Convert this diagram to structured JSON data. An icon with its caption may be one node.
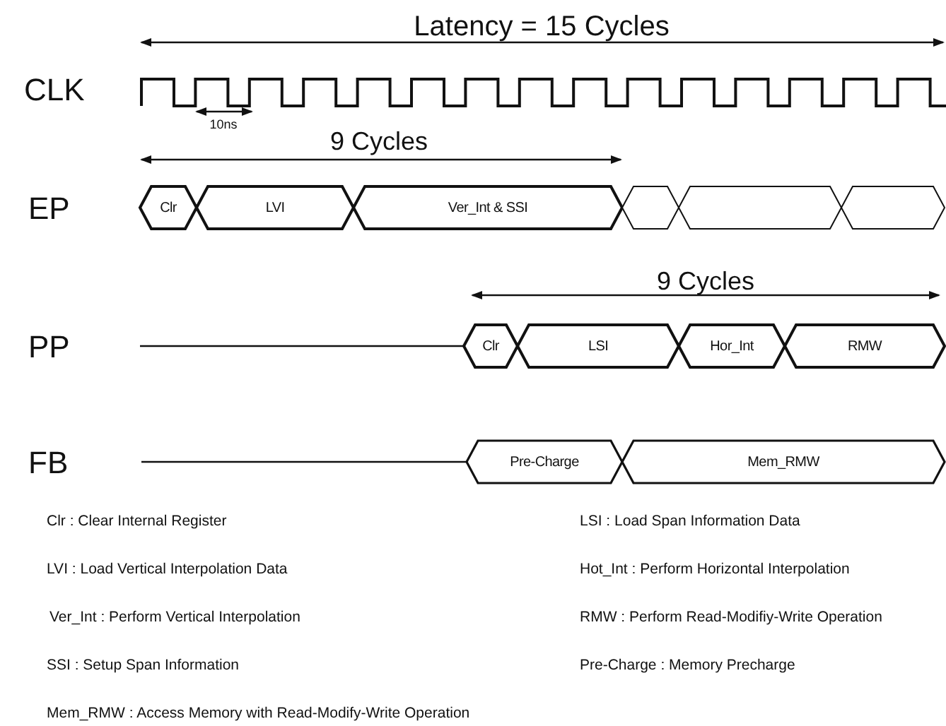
{
  "diagram": {
    "nodes": [
      {
        "text": [
          "Clr"
        ]
      },
      {
        "text": [
          "LVI"
        ]
      },
      {
        "text": [
          "Ver_Int & SSI"
        ]
      },
      {
        "text": [],
        "shape": "hexagon"
      },
      {
        "text": [],
        "shape": "hexagon"
      },
      {
        "text": [],
        "shape": "hexagon"
      },
      {
        "text": [
          "Clr"
        ]
      },
      {
        "text": [
          "LSI"
        ]
      },
      {
        "text": [
          "Hor_Int"
        ]
      },
      {
        "text": [
          "RMW"
        ]
      },
      {
        "text": [
          "Pre-Charge"
        ]
      },
      {
        "text": [
          "Mem_RMW"
        ]
      }
    ],
    "labels": [
      "Latency = 15 Cycles",
      "CLK",
      "10ns",
      "9 Cycles",
      "EP",
      "9 Cycles",
      "PP",
      "FB",
      "Clr : Clear Internal Register",
      "LSI : Load Span Information Data",
      "LVI : Load Vertical Interpolation Data",
      "Hot_Int : Perform Horizontal Interpolation",
      "Ver_Int : Perform Vertical Interpolation",
      "RMW : Perform Read-Modifiy-Write Operation",
      "SSI : Setup Span Information",
      "Pre-Charge : Memory Precharge",
      "Mem_RMW : Access Memory with Read-Modify-Write Operation"
    ]
  }
}
